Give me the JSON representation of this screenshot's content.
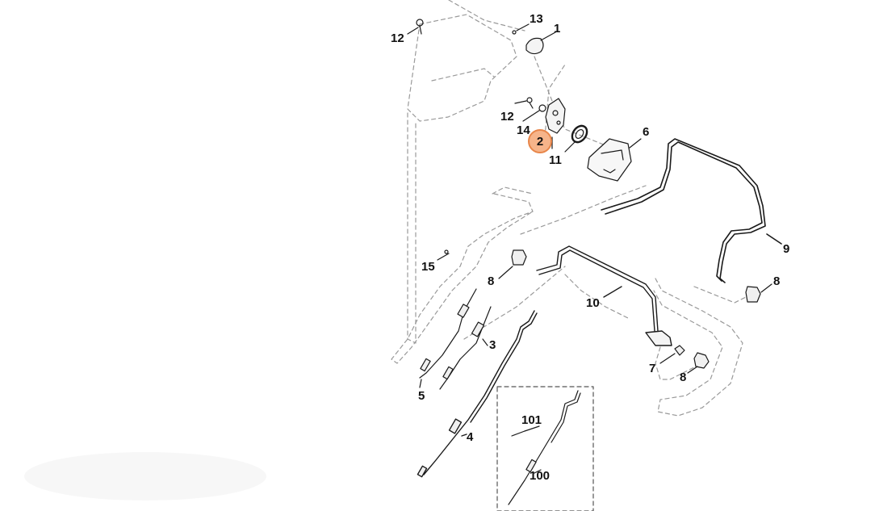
{
  "diagram": {
    "accent_color": "#f6b48a",
    "accent_border": "#e8864a",
    "line_color": "#1a1a1a",
    "dash_color": "#9a9a9a",
    "selected_part": "2",
    "callouts": {
      "c12a": "12",
      "c13": "13",
      "c1": "1",
      "c12b": "12",
      "c14": "14",
      "c2": "2",
      "c11": "11",
      "c6": "6",
      "c9": "9",
      "c15": "15",
      "c8a": "8",
      "c10": "10",
      "c8b": "8",
      "c3": "3",
      "c7": "7",
      "c8c": "8",
      "c5": "5",
      "c101": "101",
      "c4": "4",
      "c100": "100"
    }
  }
}
